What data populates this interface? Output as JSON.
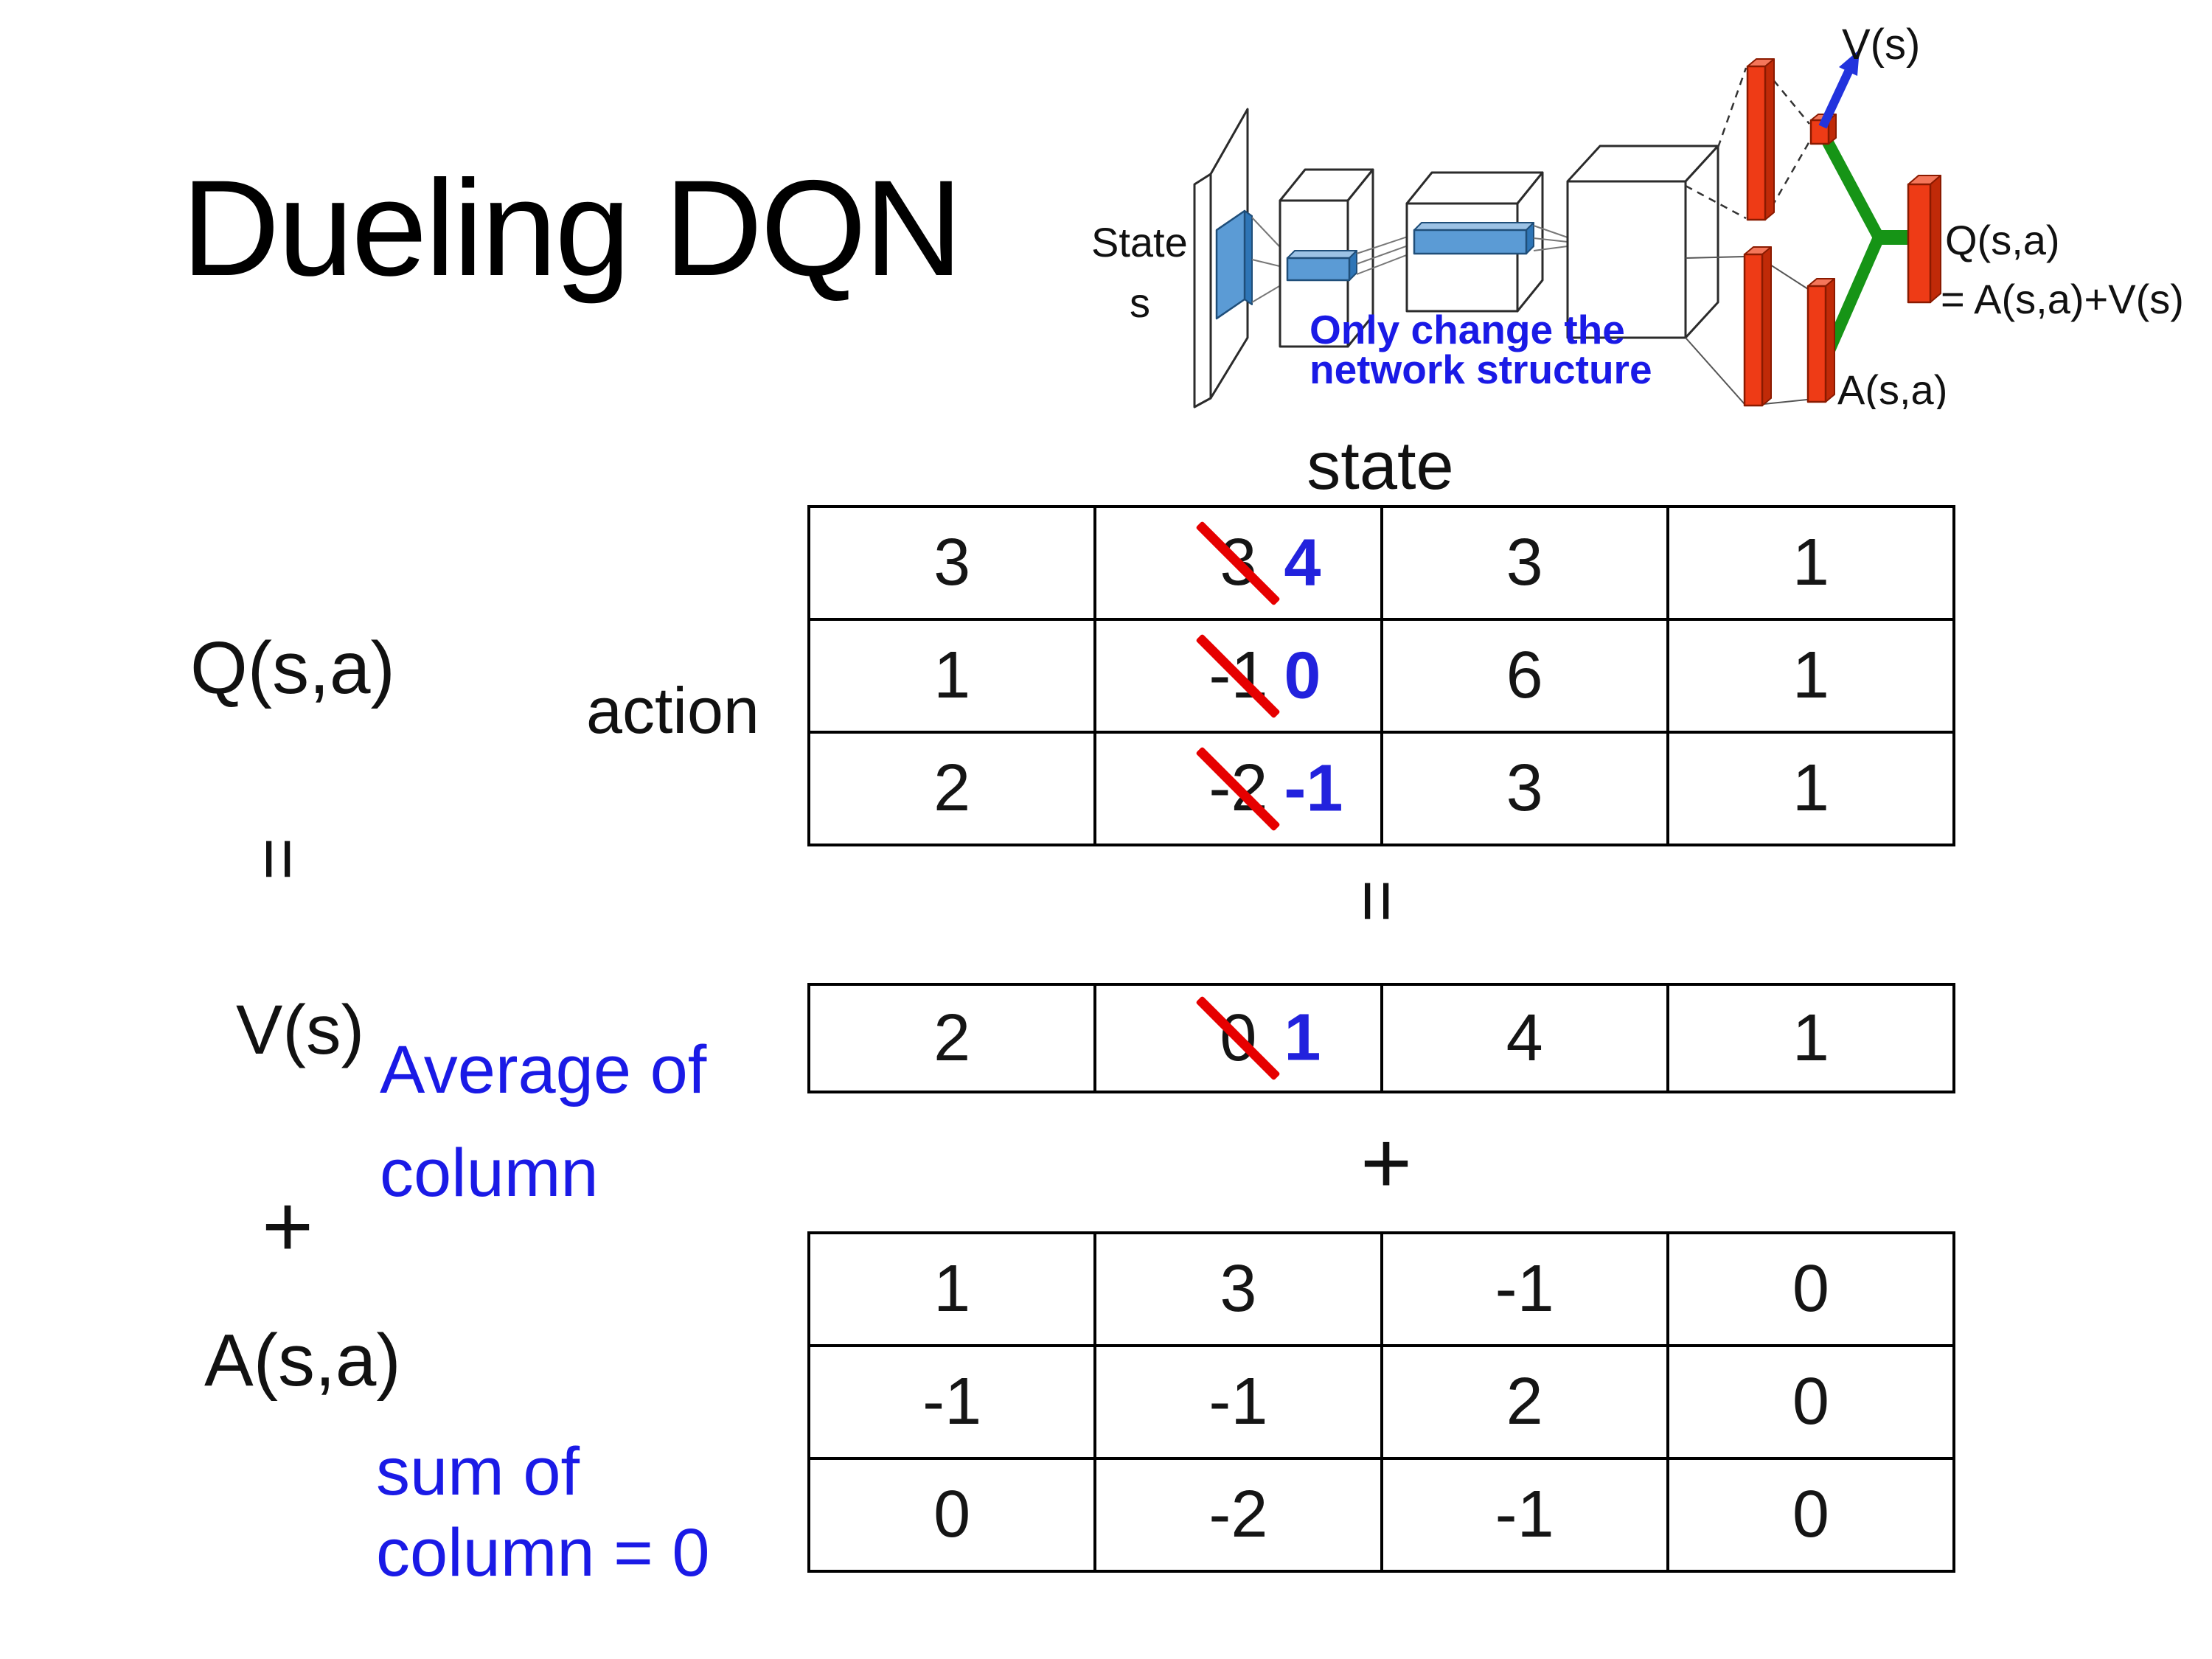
{
  "title": "Dueling DQN",
  "colors": {
    "annotation-blue": "#1a1ae6",
    "correction-blue": "#2222dd",
    "strike-red": "#e60000",
    "bar-red": "#ee3b16",
    "bar-red-dark": "#c02a08",
    "bar-red-light": "#f4765a",
    "bar-red-stroke": "#8a1a00",
    "conv-blue": "#5b9bd5",
    "conv-blue-dark": "#2e75b6",
    "conv-blue-light": "#9cc2e5",
    "merge-green": "#169416",
    "arrow-blue": "#2233dd",
    "box-stroke": "#2b2b2b"
  },
  "diagram": {
    "state_line1": "State",
    "state_line2": "s",
    "v_label": "V(s)",
    "q_label_line1": "Q(s,a)",
    "q_label_line2": "= A(s,a)+V(s)",
    "a_label": "A(s,a)",
    "note_line1": "Only change the",
    "note_line2": "network structure"
  },
  "matrix_section": {
    "state_header": "state",
    "action_label": "action",
    "q_label": "Q(s,a)",
    "equals_left": "=",
    "equals_center": "=",
    "v_label": "V(s)",
    "v_note_line1": "Average of",
    "v_note_line2": "column",
    "plus_left": "+",
    "plus_center": "+",
    "a_label": "A(s,a)",
    "a_note_line1": "sum of",
    "a_note_line2": "column = 0",
    "q_matrix": [
      [
        "3",
        {
          "old": "3",
          "new": "4"
        },
        "3",
        "1"
      ],
      [
        "1",
        {
          "old": "-1",
          "new": "0"
        },
        "6",
        "1"
      ],
      [
        "2",
        {
          "old": "-2",
          "new": "-1"
        },
        "3",
        "1"
      ]
    ],
    "v_vector": [
      [
        "2",
        {
          "old": "0",
          "new": "1"
        },
        "4",
        "1"
      ]
    ],
    "a_matrix": [
      [
        "1",
        "3",
        "-1",
        "0"
      ],
      [
        "-1",
        "-1",
        "2",
        "0"
      ],
      [
        "0",
        "-2",
        "-1",
        "0"
      ]
    ]
  }
}
